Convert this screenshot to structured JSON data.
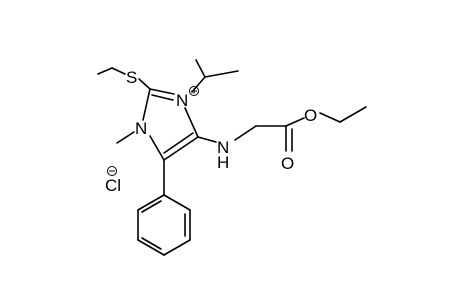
{
  "molecule": {
    "atoms": {
      "S": "S",
      "N_plus": "N",
      "N1": "N",
      "NH": "N",
      "H": "H",
      "O_ester": "O",
      "O_carbonyl": "O",
      "Cl": "Cl"
    },
    "charges": {
      "cation": "+",
      "anion": "−"
    }
  }
}
